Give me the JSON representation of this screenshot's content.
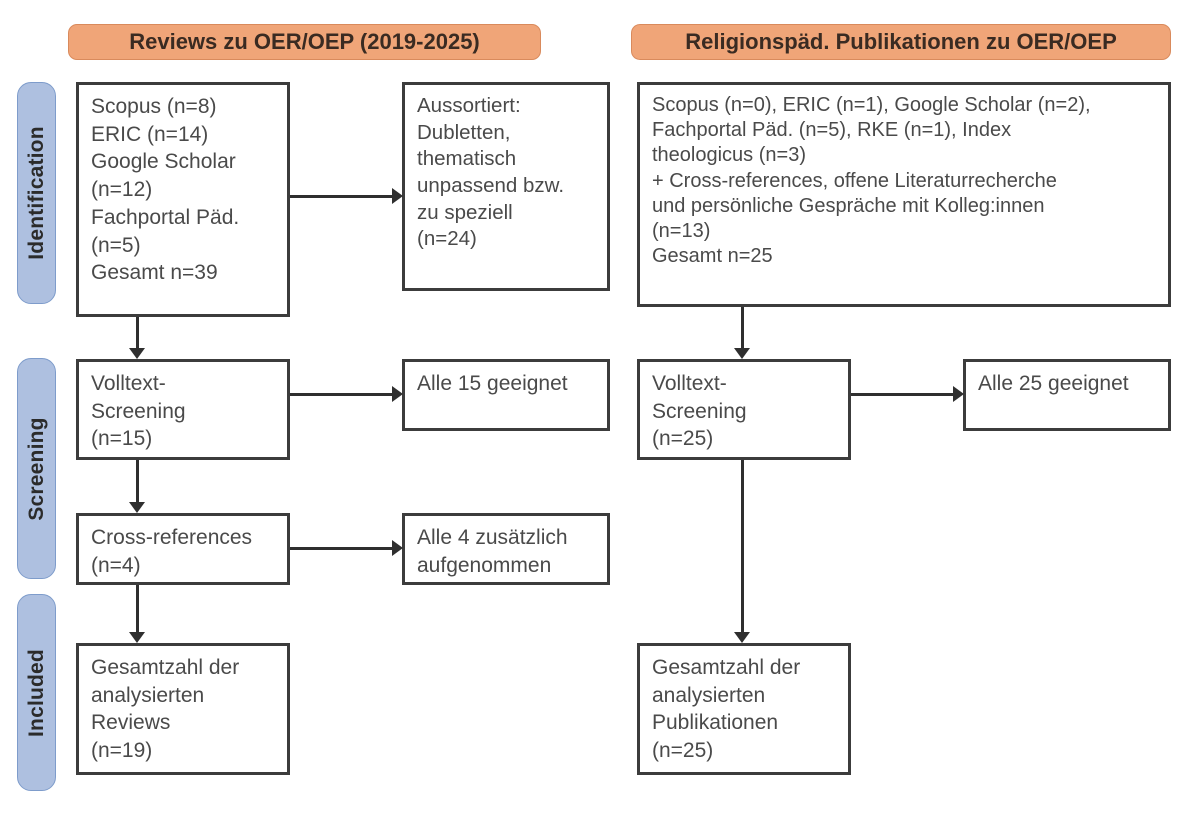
{
  "phases": [
    {
      "id": "identification",
      "label": "Identification"
    },
    {
      "id": "screening",
      "label": "Screening"
    },
    {
      "id": "included",
      "label": "Included"
    }
  ],
  "columns": [
    {
      "id": "reviews",
      "header": "Reviews zu OER/OEP (2019-2025)"
    },
    {
      "id": "publikationen",
      "header": "Religionspäd. Publikationen zu OER/OEP"
    }
  ],
  "nodes": {
    "left_sources": "Scopus (n=8)\nERIC (n=14)\nGoogle Scholar\n(n=12)\nFachportal Päd.\n(n=5)\nGesamt n=39",
    "left_excluded": "Aussortiert:\nDubletten,\nthematisch\nunpassend bzw.\nzu speziell\n(n=24)",
    "left_fulltext": "Volltext-\nScreening\n(n=15)",
    "left_fulltext_result": "Alle 15 geeignet",
    "left_crossref": "Cross-references\n(n=4)",
    "left_crossref_result": "Alle 4 zusätzlich\naufgenommen",
    "left_included": "Gesamtzahl der\nanalysierten\nReviews\n(n=19)",
    "right_sources": "Scopus (n=0), ERIC (n=1), Google Scholar (n=2),\nFachportal Päd. (n=5), RKE (n=1), Index\ntheologicus (n=3)\n+ Cross-references, offene Literaturrecherche\nund persönliche Gespräche mit Kolleg:innen\n(n=13)\nGesamt n=25",
    "right_fulltext": "Volltext-\nScreening\n(n=25)",
    "right_fulltext_result": "Alle 25 geeignet",
    "right_included": "Gesamtzahl der\nanalysierten\nPublikationen\n(n=25)"
  },
  "colors": {
    "phase_bar_fill": "#aec0e0",
    "phase_bar_border": "#7e9ccb",
    "header_fill": "#f0a578",
    "header_border": "#d98a5c",
    "node_border": "#3c3c3c",
    "connector": "#2f2f2f",
    "text": "#4a4a4a"
  }
}
